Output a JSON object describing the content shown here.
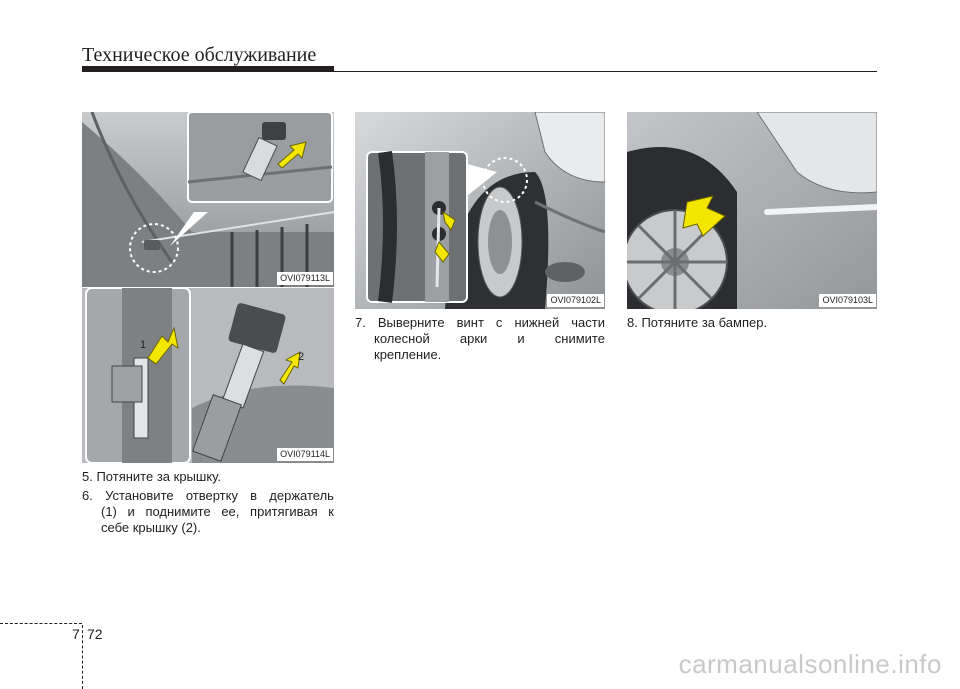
{
  "header": {
    "title": "Техническое обслуживание"
  },
  "figures": [
    {
      "code": "OVI079113L"
    },
    {
      "code": "OVI079114L",
      "callout_1": "1",
      "callout_2": "2"
    },
    {
      "code": "OVI079102L"
    },
    {
      "code": "OVI079103L"
    }
  ],
  "steps": {
    "col1": {
      "step5": "5. Потяните за крышку.",
      "step6": {
        "line1": [
          "6.",
          "Установите",
          "отвертку",
          "в",
          "держатель"
        ],
        "line2": [
          "(1)",
          "и",
          "поднимите",
          "ее,",
          "притягивая",
          "к"
        ],
        "line3": "себе крышку (2)."
      }
    },
    "col2": {
      "step7": {
        "line1": [
          "7.",
          "Выверните",
          "винт",
          "с",
          "нижней",
          "части"
        ],
        "line2": [
          "колесной",
          "арки",
          "и",
          "снимите"
        ],
        "line3": "крепление."
      }
    },
    "col3": {
      "step8": "8. Потяните за бампер."
    }
  },
  "footer": {
    "section": "7",
    "page": "72",
    "watermark": "carmanualsonline.info"
  },
  "colors": {
    "text": "#231f20",
    "arrow": "#f3e600",
    "figure_gray": "#aeb1b4"
  }
}
